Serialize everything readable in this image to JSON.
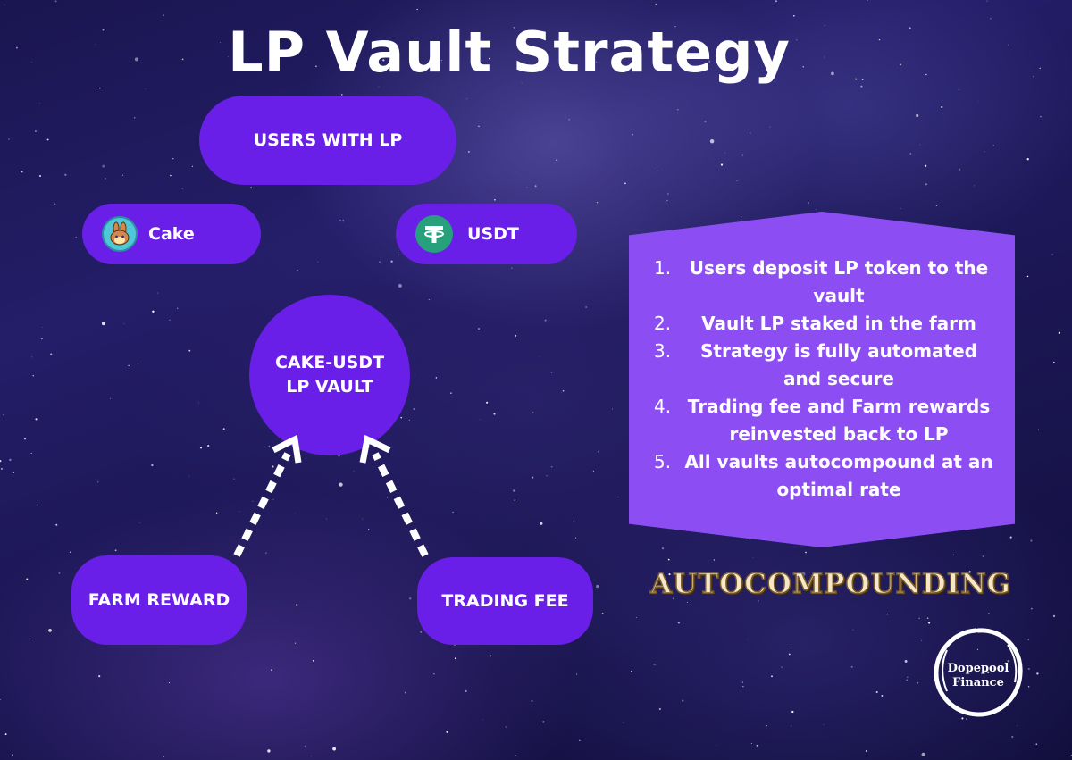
{
  "title": "LP Vault Strategy",
  "nodes": {
    "users": "USERS WITH LP",
    "cake": "Cake",
    "usdt": "USDT",
    "vault_line1": "CAKE-USDT",
    "vault_line2": "LP VAULT",
    "farm_reward": "FARM REWARD",
    "trading_fee": "TRADING FEE"
  },
  "steps": [
    {
      "num": "1.",
      "text": "Users deposit LP token to the vault"
    },
    {
      "num": "2.",
      "text": "Vault LP staked in the farm"
    },
    {
      "num": "3.",
      "text": "Strategy is fully automated and secure"
    },
    {
      "num": "4.",
      "text": "Trading fee and Farm rewards reinvested back to LP"
    },
    {
      "num": "5.",
      "text": "All vaults autocompound at an optimal rate"
    }
  ],
  "banner": "AUTOCOMPOUNDING",
  "logo": {
    "line1": "Dopepool",
    "line2": "Finance"
  },
  "colors": {
    "node": "#6a1fe8",
    "panel": "#8c4ef3",
    "background": "#1c1755"
  },
  "icons": {
    "cake": "pancake-bunny-icon",
    "usdt": "tether-icon"
  }
}
